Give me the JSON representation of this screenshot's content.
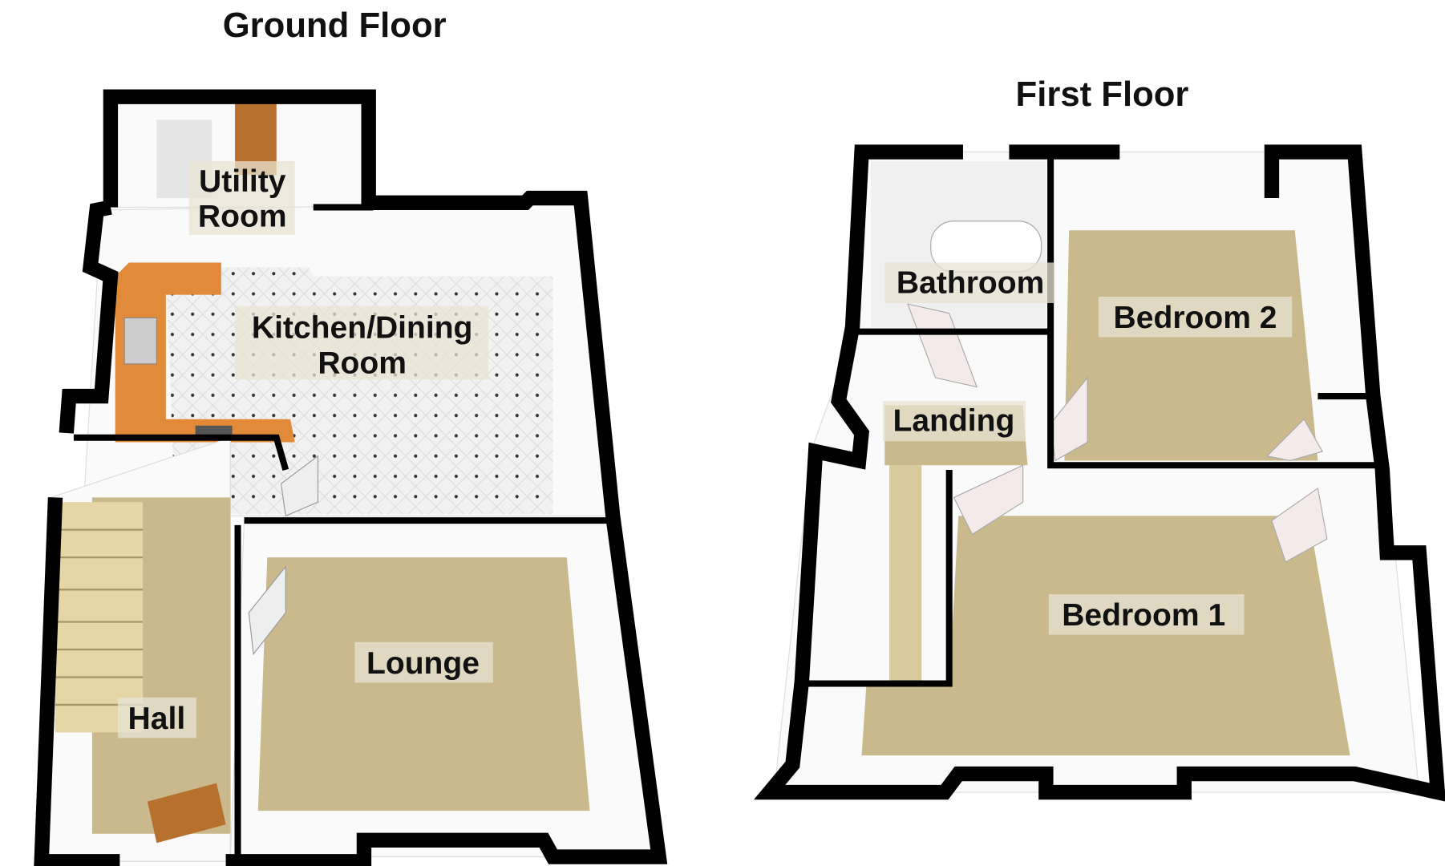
{
  "ground_floor": {
    "title": "Ground Floor",
    "rooms": {
      "utility": [
        "Utility",
        "Room"
      ],
      "kitchen": [
        "Kitchen/Dining",
        "Room"
      ],
      "lounge": "Lounge",
      "hall": "Hall"
    }
  },
  "first_floor": {
    "title": "First Floor",
    "rooms": {
      "bathroom": "Bathroom",
      "bedroom2": "Bedroom 2",
      "landing": "Landing",
      "bedroom1": "Bedroom 1"
    }
  },
  "colors": {
    "carpet": "#c9b98c",
    "wall": "#000000",
    "worktop": "#e08a3a",
    "door": "#b8702f"
  }
}
